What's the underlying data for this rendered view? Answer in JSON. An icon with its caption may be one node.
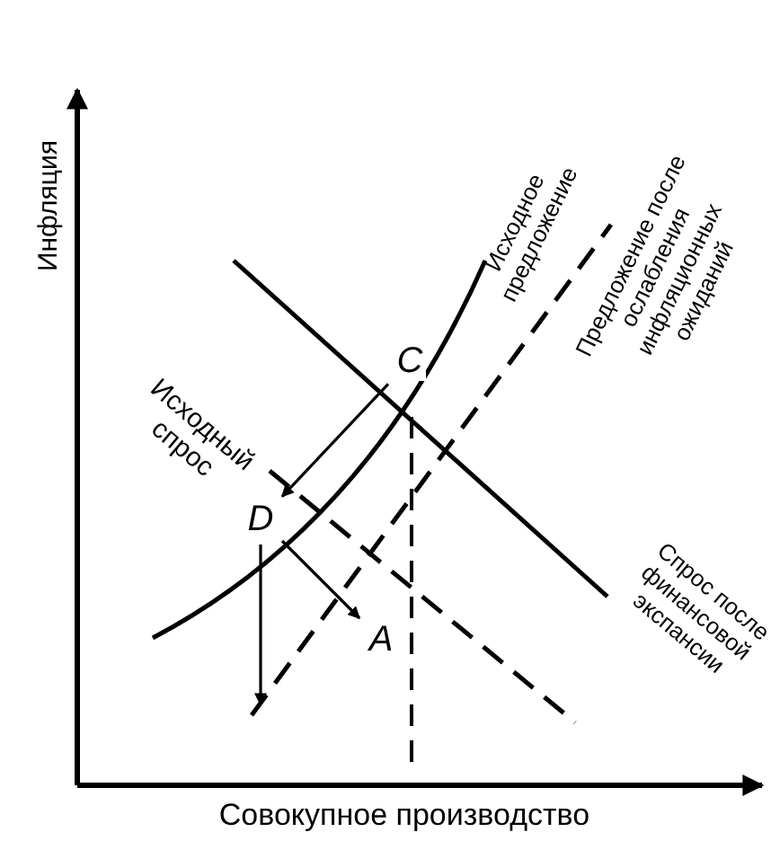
{
  "diagram": {
    "nodes": [
      {
        "text": [
          "C"
        ]
      },
      {
        "text": [
          "D"
        ]
      },
      {
        "text": [
          "A"
        ]
      }
    ],
    "edges": [
      {
        "from": 0,
        "to": 1,
        "arrow": "to"
      },
      {
        "from": 1,
        "to": 2,
        "arrow": "to"
      },
      {
        "from": 1,
        "to": null,
        "arrow": "to"
      }
    ],
    "labels": [
      "Инфляция",
      "Исходное предложение",
      "Предложение после ослабления инфляционных ожиданий",
      "Исходный спрос",
      "Спрос после финансовой экспансии",
      "Совокупное производство"
    ]
  }
}
